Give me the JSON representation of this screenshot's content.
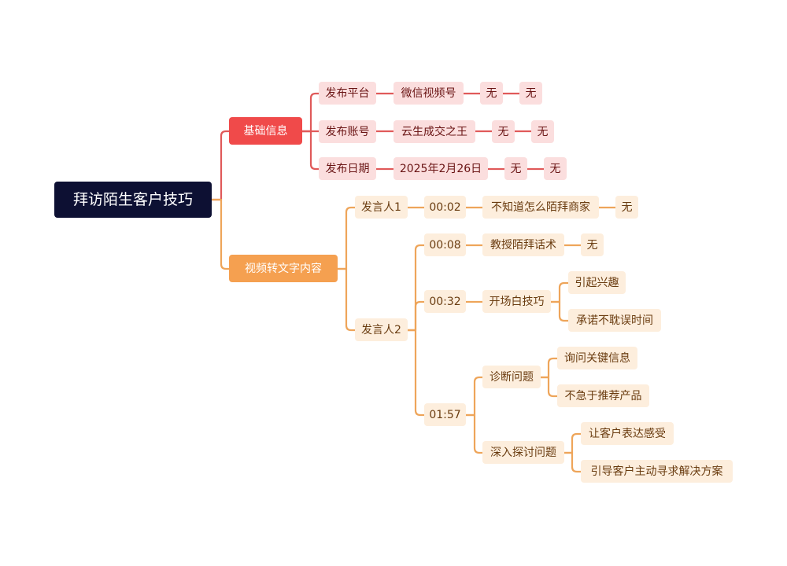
{
  "root": "拜访陌生客户技巧",
  "branches": [
    {
      "label": "基础信息",
      "children": [
        {
          "label": "发布平台",
          "children": [
            {
              "label": "微信视频号",
              "children": [
                {
                  "label": "无",
                  "children": [
                    {
                      "label": "无"
                    }
                  ]
                }
              ]
            }
          ]
        },
        {
          "label": "发布账号",
          "children": [
            {
              "label": "云生成交之王",
              "children": [
                {
                  "label": "无",
                  "children": [
                    {
                      "label": "无"
                    }
                  ]
                }
              ]
            }
          ]
        },
        {
          "label": "发布日期",
          "children": [
            {
              "label": "2025年2月26日",
              "children": [
                {
                  "label": "无",
                  "children": [
                    {
                      "label": "无"
                    }
                  ]
                }
              ]
            }
          ]
        }
      ]
    },
    {
      "label": "视频转文字内容",
      "children": [
        {
          "label": "发言人1",
          "children": [
            {
              "label": "00:02",
              "children": [
                {
                  "label": "不知道怎么陌拜商家",
                  "children": [
                    {
                      "label": "无"
                    }
                  ]
                }
              ]
            }
          ]
        },
        {
          "label": "发言人2",
          "children": [
            {
              "label": "00:08",
              "children": [
                {
                  "label": "教授陌拜话术",
                  "children": [
                    {
                      "label": "无"
                    }
                  ]
                }
              ]
            },
            {
              "label": "00:32",
              "children": [
                {
                  "label": "开场白技巧",
                  "children": [
                    {
                      "label": "引起兴趣"
                    },
                    {
                      "label": "承诺不耽误时间"
                    }
                  ]
                }
              ]
            },
            {
              "label": "01:57",
              "children": [
                {
                  "label": "诊断问题",
                  "children": [
                    {
                      "label": "询问关键信息"
                    },
                    {
                      "label": "不急于推荐产品"
                    }
                  ]
                },
                {
                  "label": "深入探讨问题",
                  "children": [
                    {
                      "label": "让客户表达感受"
                    },
                    {
                      "label": "引导客户主动寻求解决方案"
                    }
                  ]
                }
              ]
            }
          ]
        }
      ]
    }
  ],
  "colors": {
    "root_bg": "#0d1033",
    "branch_red": "#f04a4a",
    "branch_orange": "#f5a050",
    "leaf_red_bg": "#fbdede",
    "leaf_orange_bg": "#fdeedd",
    "edge_red": "#e05a5a",
    "edge_orange": "#eea55a"
  }
}
